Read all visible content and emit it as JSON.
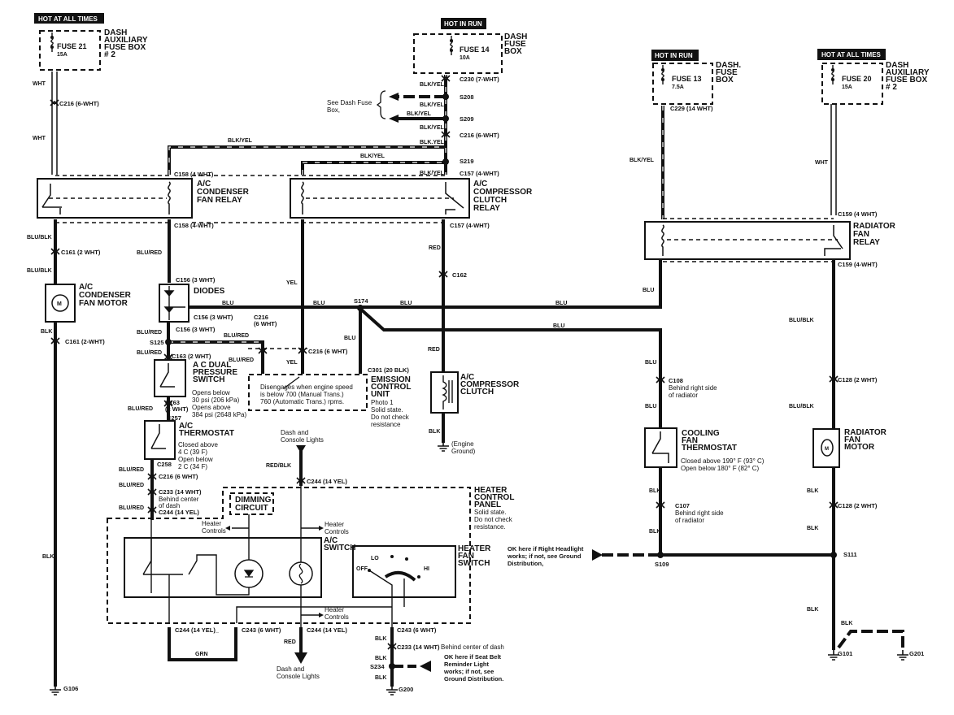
{
  "sources": {
    "fuse21": {
      "power": "HOT AT ALL TIMES",
      "fuse": "FUSE 21",
      "rating": "15A",
      "box": [
        "DASH",
        "AUXILIARY",
        "FUSE BOX",
        "# 2"
      ]
    },
    "fuse14": {
      "power": "HOT IN RUN",
      "fuse": "FUSE 14",
      "rating": "10A",
      "box": [
        "DASH",
        "FUSE",
        "BOX"
      ]
    },
    "fuse13": {
      "power": "HOT IN RUN",
      "fuse": "FUSE 13",
      "rating": "7.5A",
      "box": [
        "DASH.",
        "FUSE",
        "BOX"
      ]
    },
    "fuse20": {
      "power": "HOT AT ALL TIMES",
      "fuse": "FUSE 20",
      "rating": "15A",
      "box": [
        "DASH",
        "AUXILIARY",
        "FUSE BOX",
        "# 2"
      ]
    }
  },
  "components": {
    "condenser_relay": [
      "A/C",
      "CONDENSER",
      "FAN RELAY"
    ],
    "compressor_relay": [
      "A/C",
      "COMPRESSOR",
      "CLUTCH",
      "RELAY"
    ],
    "radiator_relay": [
      "RADIATOR",
      "FAN",
      "RELAY"
    ],
    "condenser_motor": [
      "A/C",
      "CONDENSER",
      "FAN MOTOR"
    ],
    "diodes": "DIODES",
    "dual_pressure": [
      "A C DUAL",
      "PRESSURE",
      "SWITCH"
    ],
    "dual_pressure_note": [
      "Opens below",
      "30 psi (206 kPa)",
      "Opens above",
      "384 psi (2648 kPa)"
    ],
    "thermostat": [
      "A/C",
      "THERMOSTAT"
    ],
    "thermostat_note": [
      "Closed above",
      "4 C (39 F)",
      "Open below",
      "2 C (34 F)"
    ],
    "ecu": [
      "EMISSION",
      "CONTROL",
      "UNIT"
    ],
    "ecu_note": [
      "Photo 1",
      "Solid state.",
      "Do not check",
      "resistance"
    ],
    "ecu_text": [
      "Disengages when engine speed",
      "is below 700 (Manual Trans.)",
      "760 (Automatic Trans.) rpms."
    ],
    "compressor_clutch": [
      "A/C",
      "COMPRESSOR",
      "CLUTCH"
    ],
    "engine_ground": [
      "(Engine",
      "Ground)"
    ],
    "cooling_thermostat": [
      "COOLING",
      "FAN",
      "THERMOSTAT"
    ],
    "cooling_note": [
      "Closed above 199° F (93° C)",
      "Open below 180° F (82° C)"
    ],
    "radiator_motor": [
      "RADIATOR",
      "FAN",
      "MOTOR"
    ],
    "heater_panel": [
      "HEATER",
      "CONTROL",
      "PANEL"
    ],
    "heater_panel_note": [
      "Solid state.",
      "Do not check",
      "resistance."
    ],
    "dimming": [
      "DIMMING",
      "CIRCUIT"
    ],
    "ac_switch": [
      "A/C",
      "SWITCH"
    ],
    "heater_fan_switch": [
      "HEATER",
      "FAN",
      "SWITCH"
    ],
    "fan_positions": [
      "LO",
      "OFF",
      "HI"
    ],
    "motor_symbol": "M"
  },
  "notes": {
    "see_dash_fuse_box": [
      "See Dash Fuse",
      "Box,"
    ],
    "dash_console_top": [
      "Dash and",
      "Console Lights"
    ],
    "dash_console_bottom": [
      "Dash and",
      "Console Lights"
    ],
    "heater_controls": [
      "Heater",
      "Controls"
    ],
    "right_headlight": [
      "OK here if Right Headlight",
      "works; if not, see Ground",
      "Distribution,"
    ],
    "seat_belt": [
      "OK here if Seat Belt",
      "Reminder Light",
      "works; if not, see",
      "Ground Distribution."
    ],
    "behind_radiator": [
      "Behind right side",
      "of radiator"
    ],
    "behind_dash": [
      "Behind center",
      "of dash"
    ],
    "behind_dash_inline": "Behind center of dash"
  },
  "wire_labels": [
    "WHT",
    "WHT",
    "BLK/YEL",
    "BLK/YEL",
    "BLK/YEL",
    "BLK/YEL",
    "BLK/YEL",
    "BLK/YEL",
    "BLK.YEL",
    "BLK/YEL",
    "BLU/BLK",
    "BLU/BLK",
    "BLK",
    "BLU/RED",
    "RED",
    "YEL",
    "BLU",
    "BLU",
    "BLU",
    "BLU",
    "BLU",
    "BLU",
    "BLU/RED",
    "BLU/RED",
    "BLU/RED",
    "BLU/RED",
    "YEL",
    "RED",
    "BLK",
    "BLU/RED",
    "BLU/RED",
    "BLU/RED",
    "BLU/RED",
    "BLK",
    "RED/BLK",
    "GRN",
    "RED",
    "BLK",
    "BLK",
    "BLK",
    "BLK/YEL",
    "WHT",
    "BLU",
    "BLU",
    "BLU",
    "BLU/BLK",
    "BLU/BLK",
    "BLK",
    "BLK",
    "BLK",
    "BLK",
    "BLK",
    "BLK"
  ],
  "connectors": [
    "C216 (6-WHT)",
    "C158 (4 WHT)",
    "C158 (4-WHT)",
    "C161 (2 WHT)",
    "C161 (2-WHT)",
    "C230 (7-WHT)",
    "S208",
    "S209",
    "C216 (6-WHT)",
    "S219",
    "C157 (4-WHT)",
    "C157 (4-WHT)",
    "C162",
    "C156 (3 WHT)",
    "C156 (3 WHT)",
    "C216",
    "C156 (3 WHT)",
    "S125",
    "S174",
    "C216 (6 WHT)",
    "C301 (20 BLK)",
    "C163 (2 WHT)",
    "C163",
    "C257",
    "C258",
    "C216 (6 WHT)",
    "C233 (14 WHT)",
    "C244 (14 YEL)",
    "C244 (14 YEL)",
    "C244 (14 YEL)_",
    "C243 (6 WHT)",
    "C244 (14 YEL)",
    "C243 (6 WHT)",
    "C233 (14 WHT)",
    "S234",
    "G200",
    "G106",
    "C229 (14 WHT)",
    "C159 (4 WHT)",
    "C159 (4-WHT)",
    "C108",
    "C107",
    "C128 (2 WHT)",
    "C128 (2 WHT)",
    "S109",
    "S111",
    "G101",
    "G201",
    "(6 WHT)",
    "(2 WHT)"
  ]
}
